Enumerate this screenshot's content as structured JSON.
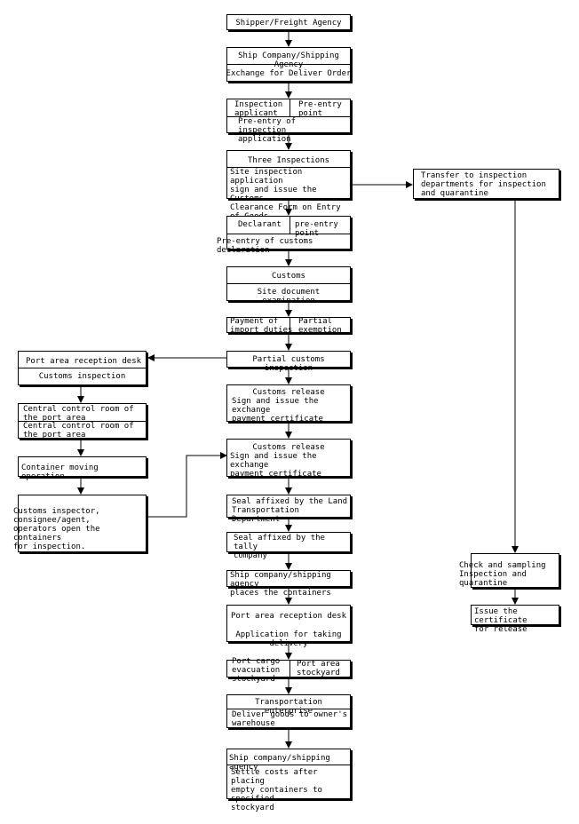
{
  "nodes": {
    "shipper": "Shipper/Freight Agency",
    "ship_company_1_title": "Ship Company/Shipping Agency",
    "ship_company_1_sub": "Exchange for Deliver Order",
    "inspection_applicant": "Inspection\napplicant",
    "pre_entry_point_1": "Pre-entry\npoint",
    "pre_entry_inspection": "Pre-entry of inspection\napplication",
    "three_inspections_title": "Three Inspections",
    "three_inspections_sub": "Site inspection application\nsign and issue the Customs\nClearance Form on Entry\nof Goods",
    "transfer_inspection": "Transfer to inspection\ndepartments for inspection\nand quarantine",
    "declarant": "Declarant",
    "pre_entry_point_2": "pre-entry point",
    "pre_entry_customs": "Pre-entry of customs declaration",
    "customs_title": "Customs",
    "customs_sub": "Site document examination",
    "payment_duties": "Payment of\nimport duties",
    "partial_exemption": "Partial\nexemption",
    "partial_customs_inspection": "Partial customs inspection",
    "port_reception_title": "Port area reception desk",
    "port_reception_sub": "Customs inspection",
    "central_control_1": "Central control room of\nthe port area",
    "central_control_2": "Central control room of\nthe port area",
    "container_moving": "Container moving operation",
    "customs_inspector": "Customs inspector, consignee/agent,\noperators open the containers\nfor inspection.",
    "customs_release_1_title": "Customs release",
    "customs_release_1_sub": "Sign and issue the exchange\npayment certificate",
    "customs_release_2_title": "Customs release",
    "customs_release_2_sub": "Sign and issue the exchange\npayment certificate",
    "seal_land": "Seal affixed by the Land\nTransportation Department",
    "seal_tally": "Seal affixed by the tally\ncompany",
    "ship_company_places": "Ship company/shipping agency\nplaces the containers",
    "port_reception_2_title": "Port area reception desk",
    "port_reception_2_sub": "Application for taking delivery",
    "port_cargo_evacuation": "Port cargo\nevacuation\nstockyard",
    "port_area_stockyard": "Port area\nstockyard",
    "transport_title": "Transportation enterprise",
    "transport_sub": "Deliver goods to owner's\nwarehouse",
    "ship_company_final_title": "Ship company/shipping agency",
    "ship_company_final_sub": "Settle costs after placing\nempty containers to specified\nstockyard",
    "check_sampling": "Check and sampling\nInspection and quarantine",
    "issue_certificate": "Issue the certificate\nfor release"
  }
}
